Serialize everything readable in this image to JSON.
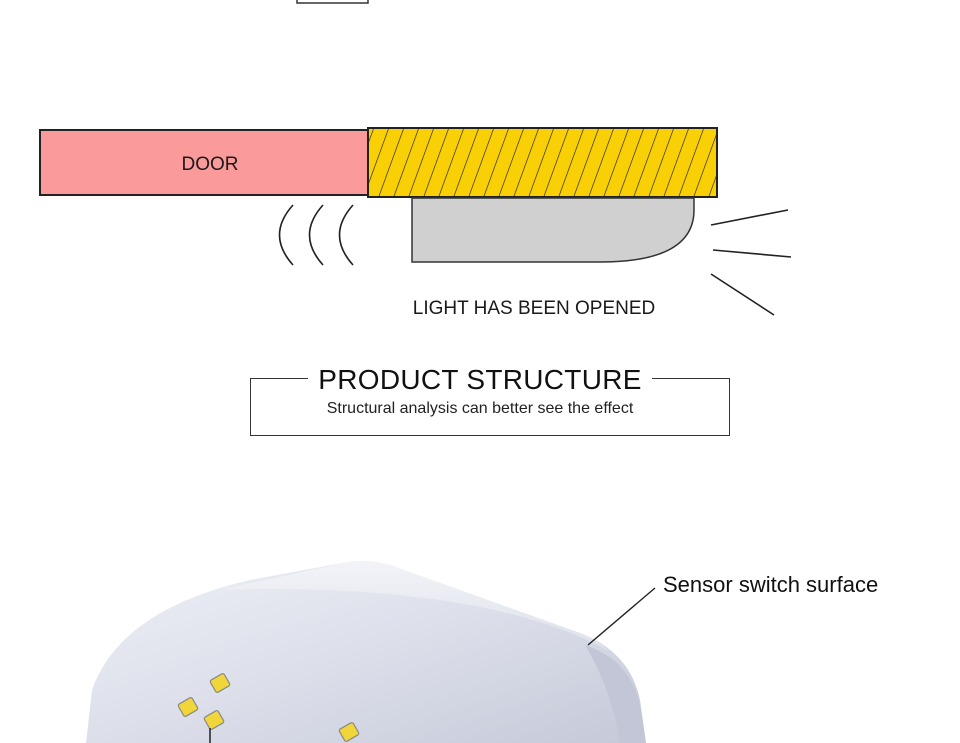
{
  "diagram": {
    "door_label": "DOOR",
    "status_label": "LIGHT HAS BEEN OPENED"
  },
  "section": {
    "title": "PRODUCT STRUCTURE",
    "subtitle": "Structural analysis can better see the effect"
  },
  "product": {
    "callout_label": "Sensor switch surface"
  },
  "colors": {
    "door": "#fb9a9b",
    "frame_hatch": "#f9cf06",
    "lamp_body": "#d0d0d0",
    "product_shell": "#dfe1ea",
    "led": "#f0d63a"
  }
}
